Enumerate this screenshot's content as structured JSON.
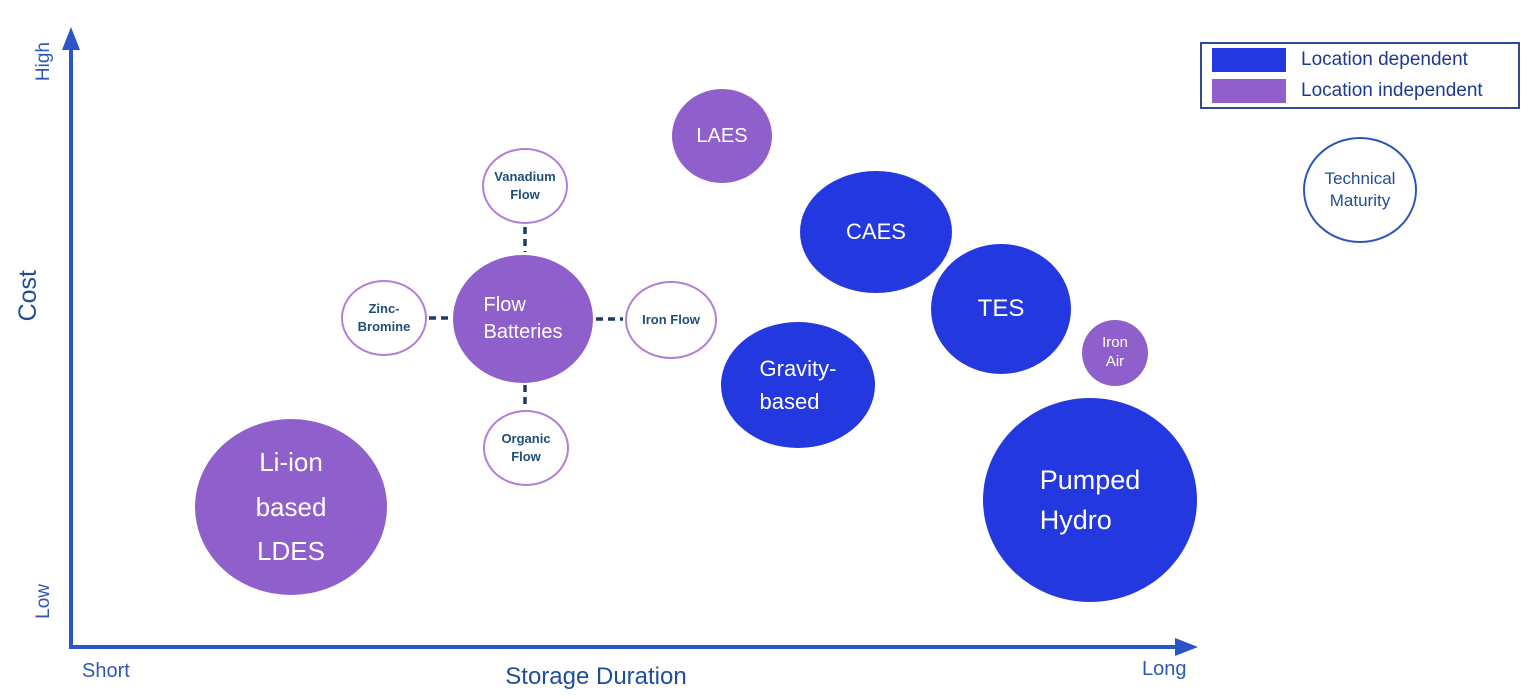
{
  "axes": {
    "y": {
      "label": "Cost",
      "top": "High",
      "bottom": "Low"
    },
    "x": {
      "label": "Storage Duration",
      "left": "Short",
      "right": "Long"
    }
  },
  "legend": {
    "items": [
      {
        "label": "Location dependent",
        "color": "#2338de"
      },
      {
        "label": "Location independent",
        "color": "#8f60cc"
      }
    ]
  },
  "maturity_indicator": {
    "label": "Technical\nMaturity"
  },
  "bubbles": {
    "li_ion": {
      "label": "Li-ion\nbased\nLDES",
      "group": "location-independent"
    },
    "flow_batteries": {
      "label": "Flow\nBatteries",
      "group": "location-independent"
    },
    "vanadium_flow": {
      "label": "Vanadium\nFlow",
      "group": "flow-battery-variant"
    },
    "zinc_bromine": {
      "label": "Zinc-\nBromine",
      "group": "flow-battery-variant"
    },
    "iron_flow": {
      "label": "Iron Flow",
      "group": "flow-battery-variant"
    },
    "organic_flow": {
      "label": "Organic\nFlow",
      "group": "flow-battery-variant"
    },
    "laes": {
      "label": "LAES",
      "group": "location-independent"
    },
    "caes": {
      "label": "CAES",
      "group": "location-dependent"
    },
    "tes": {
      "label": "TES",
      "group": "location-dependent"
    },
    "gravity": {
      "label": "Gravity-\nbased",
      "group": "location-dependent"
    },
    "iron_air": {
      "label": "Iron\nAir",
      "group": "location-independent"
    },
    "pumped_hydro": {
      "label": "Pumped\nHydro",
      "group": "location-dependent"
    }
  },
  "colors": {
    "location_dependent_blue": "#2338de",
    "location_independent_purple": "#8f60cc",
    "axis_blue": "#2b55c6",
    "axis_title_navy": "#1f4e96",
    "tick_label_blue": "#2e58b8",
    "connector_navy": "#1f3864",
    "variant_outline_purple": "#b07fd9",
    "variant_text_navy": "#1f4e79",
    "legend_border_navy": "#2e4b8f"
  },
  "chart_data": {
    "type": "scatter",
    "title": "",
    "xlabel": "Storage Duration",
    "ylabel": "Cost",
    "x_axis": {
      "qualitative": true,
      "min_label": "Short",
      "max_label": "Long",
      "range": [
        0,
        100
      ]
    },
    "y_axis": {
      "qualitative": true,
      "min_label": "Low",
      "max_label": "High",
      "range": [
        0,
        100
      ]
    },
    "bubble_size_meaning": "Technical Maturity (larger bubble = greater maturity)",
    "legend_position": "top-right",
    "grid": false,
    "series": [
      {
        "name": "Location dependent",
        "color": "#2338de",
        "points": [
          {
            "label": "CAES",
            "x": 71,
            "y": 67,
            "size": 68
          },
          {
            "label": "TES",
            "x": 82,
            "y": 55,
            "size": 67
          },
          {
            "label": "Gravity-based",
            "x": 64,
            "y": 42,
            "size": 70
          },
          {
            "label": "Pumped Hydro",
            "x": 90,
            "y": 24,
            "size": 104
          }
        ]
      },
      {
        "name": "Location independent",
        "color": "#8f60cc",
        "points": [
          {
            "label": "LAES",
            "x": 58,
            "y": 83,
            "size": 48
          },
          {
            "label": "Flow Batteries",
            "x": 40,
            "y": 53,
            "size": 67
          },
          {
            "label": "Iron Air",
            "x": 93,
            "y": 48,
            "size": 33
          },
          {
            "label": "Li-ion based LDES",
            "x": 20,
            "y": 23,
            "size": 92
          }
        ]
      },
      {
        "name": "Flow battery variants (white, outlined, dashed-linked to Flow Batteries)",
        "color": "#ffffff",
        "outline": "#b07fd9",
        "points": [
          {
            "label": "Vanadium Flow",
            "x": 40,
            "y": 75,
            "size": 40,
            "connected_to": "Flow Batteries"
          },
          {
            "label": "Zinc-Bromine",
            "x": 28,
            "y": 53,
            "size": 40,
            "connected_to": "Flow Batteries"
          },
          {
            "label": "Iron Flow",
            "x": 53,
            "y": 53,
            "size": 42,
            "connected_to": "Flow Batteries"
          },
          {
            "label": "Organic Flow",
            "x": 40,
            "y": 32,
            "size": 40,
            "connected_to": "Flow Batteries"
          }
        ]
      }
    ],
    "annotations": [
      {
        "label": "Technical Maturity",
        "type": "bubble-size-key",
        "position": "right"
      }
    ]
  }
}
